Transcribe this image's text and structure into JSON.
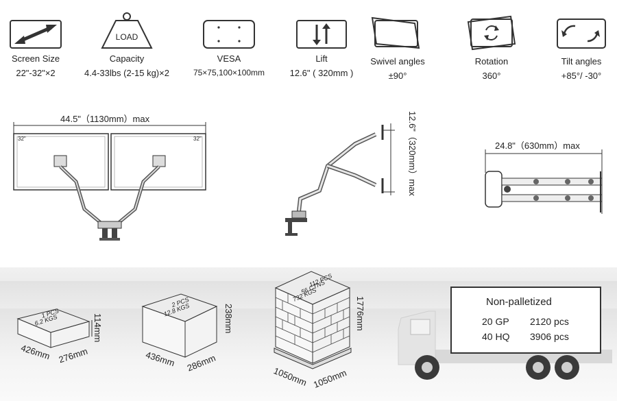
{
  "specs": [
    {
      "label": "Screen Size",
      "value": "22\"-32\"×2",
      "icon": "double-arrow-icon"
    },
    {
      "label": "Capacity",
      "value": "4.4-33lbs (2-15 kg)×2",
      "icon": "load-weight-icon",
      "icon_text": "LOAD"
    },
    {
      "label": "VESA",
      "value": "75×75,100×100mm",
      "icon": "vesa-plate-icon"
    },
    {
      "label": "Lift",
      "value": "12.6\" ( 320mm )",
      "icon": "lift-arrows-icon"
    },
    {
      "label": "Swivel angles",
      "value": "±90°",
      "icon": "swivel-icon"
    },
    {
      "label": "Rotation",
      "value": "360°",
      "icon": "rotation-icon"
    },
    {
      "label": "Tilt angles",
      "value": "+85°/  -30°",
      "icon": "tilt-icon"
    }
  ],
  "diagrams": {
    "width_label": "44.5\"（1130mm）max",
    "screen_left": "32\"",
    "screen_right": "32\"",
    "lift_label": "12.6\"（320mm）max",
    "depth_label": "24.8\"（630mm）max"
  },
  "packages": [
    {
      "text1": "1 PCS",
      "text2": "6.2 KGS",
      "length": "426mm",
      "width": "276mm",
      "height": "114mm"
    },
    {
      "text1": "2 PCS",
      "text2": "12.8 KGS",
      "length": "436mm",
      "width": "286mm",
      "height": "238mm"
    },
    {
      "text1": "112 PCS",
      "text2": "56 CTNS",
      "text3": "732 KGS",
      "length": "1050mm",
      "width": "1050mm",
      "height": "1776mm"
    }
  ],
  "shipping": {
    "title": "Non-palletized",
    "rows": [
      {
        "container": "20 GP",
        "qty": "2120 pcs"
      },
      {
        "container": "40 HQ",
        "qty": "3906 pcs"
      }
    ]
  }
}
